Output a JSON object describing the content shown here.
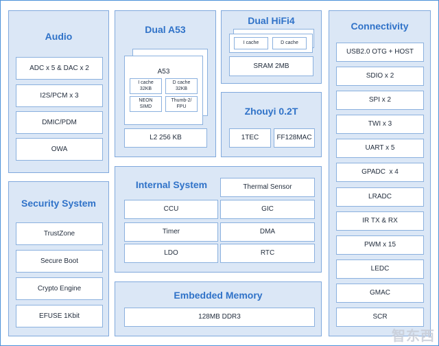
{
  "audio": {
    "title": "Audio",
    "items": [
      "ADC x 5 & DAC x 2",
      "I2S/PCM x 3",
      "DMIC/PDM",
      "OWA"
    ]
  },
  "security": {
    "title": "Security System",
    "items": [
      "TrustZone",
      "Secure Boot",
      "Crypto Engine",
      "EFUSE 1Kbit"
    ]
  },
  "a53": {
    "title": "Dual A53",
    "core_label": "A53",
    "icache": "I cache\n32KB",
    "dcache": "D cache\n32KB",
    "neon": "NEON\nSIMD",
    "thumb": "Thumb-2/\nFPU",
    "l2": "L2 256 KB"
  },
  "hifi": {
    "title": "Dual HiFi4",
    "icache": "I cache",
    "dcache": "D cache",
    "sram": "SRAM 2MB"
  },
  "zhouyi": {
    "title": "Zhouyi 0.2T",
    "tec": "1TEC",
    "mac": "FF128MAC"
  },
  "internal": {
    "title": "Internal System",
    "thermal": "Thermal Sensor",
    "left": [
      "CCU",
      "Timer",
      "LDO"
    ],
    "right": [
      "GIC",
      "DMA",
      "RTC"
    ]
  },
  "memory": {
    "title": "Embedded Memory",
    "ddr": "128MB DDR3"
  },
  "connectivity": {
    "title": "Connectivity",
    "items": [
      "USB2.0 OTG + HOST",
      "SDIO x 2",
      "SPI x 2",
      "TWI x 3",
      "UART x 5",
      "GPADC  x 4",
      "LRADC",
      "IR TX & RX",
      "PWM x 15",
      "LEDC",
      "GMAC",
      "SCR"
    ]
  },
  "watermark": "智东西"
}
